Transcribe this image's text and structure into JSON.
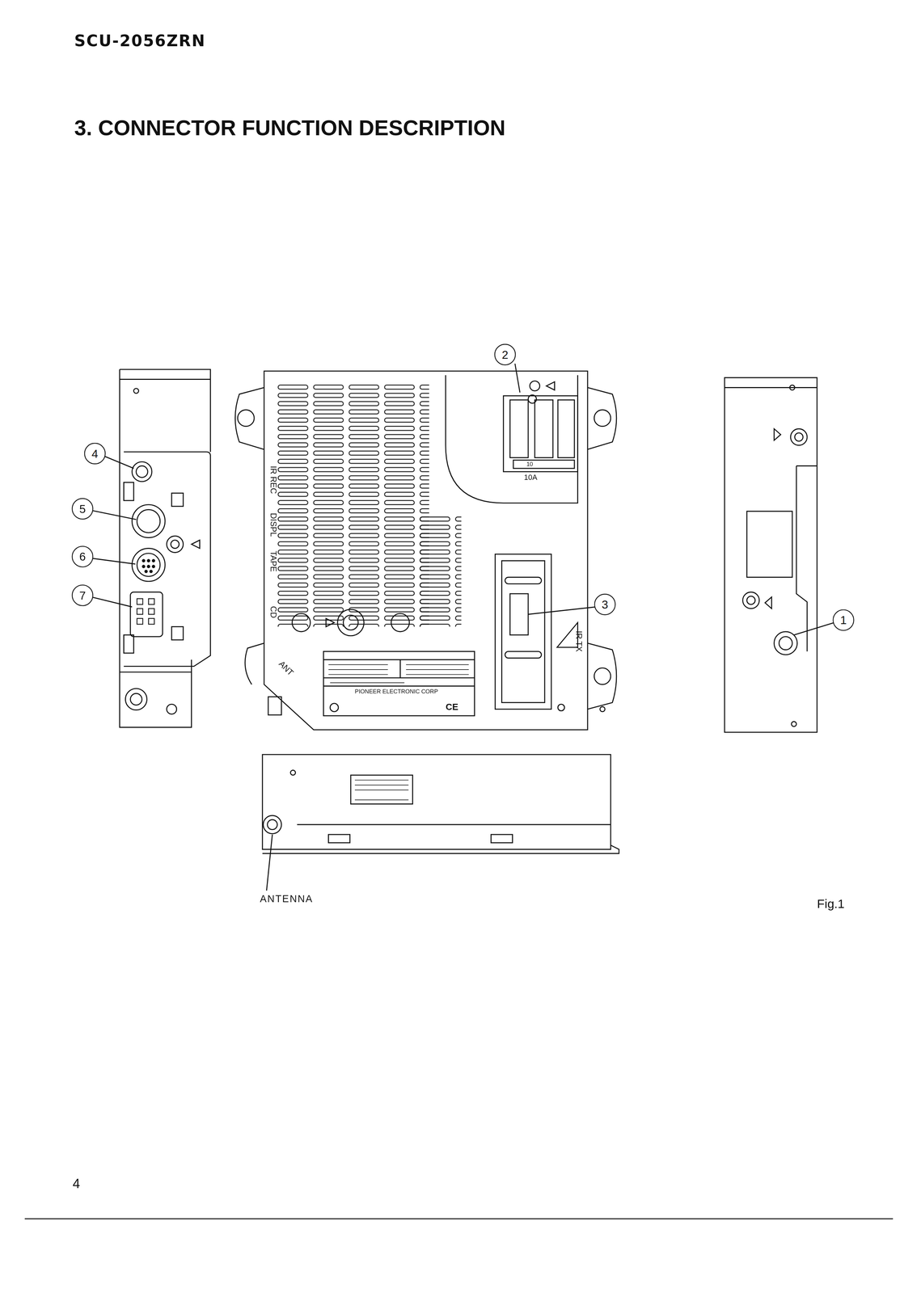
{
  "diagram": {
    "title": "3. CONNECTOR FUNCTION DESCRIPTION",
    "caption": "Fig.1",
    "nodes": [
      {
        "text": [
          "2"
        ]
      },
      {
        "text": [
          "4"
        ]
      },
      {
        "text": [
          "5"
        ]
      },
      {
        "text": [
          "6"
        ]
      },
      {
        "text": [
          "7"
        ]
      },
      {
        "text": [
          "3"
        ]
      },
      {
        "text": [
          "1"
        ]
      }
    ],
    "labels": [
      "SCU-2056ZRN",
      "IR REC",
      "DISPL",
      "TAPE",
      "CD",
      "10A",
      "10",
      "IR TX",
      "ANT",
      "PIONEER ELECTRONIC CORP",
      "CE",
      "ANTENNA",
      "4"
    ]
  }
}
